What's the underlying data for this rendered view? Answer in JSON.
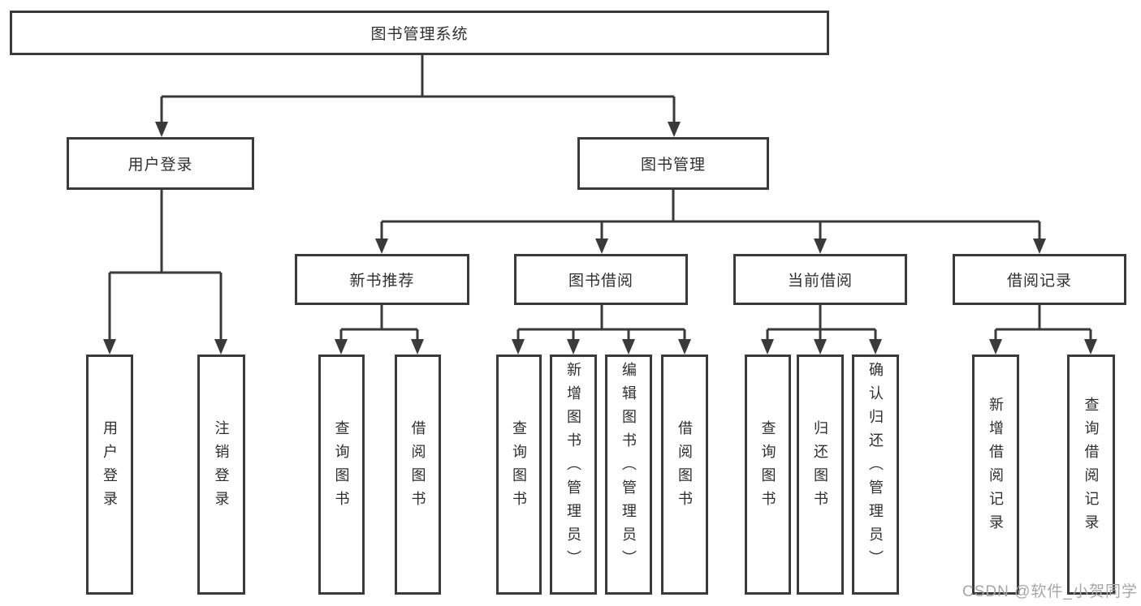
{
  "diagram": {
    "root": {
      "label": "图书管理系统"
    },
    "branches": [
      {
        "label": "用户登录",
        "children": [
          "用户登录",
          "注销登录"
        ]
      },
      {
        "label": "图书管理"
      }
    ],
    "modules": [
      {
        "label": "新书推荐",
        "children": [
          "查询图书",
          "借阅图书"
        ]
      },
      {
        "label": "图书借阅",
        "children": [
          "查询图书",
          "新增图书（管理员）",
          "编辑图书（管理员）",
          "借阅图书"
        ]
      },
      {
        "label": "当前借阅",
        "children": [
          "查询图书",
          "归还图书",
          "确认归还（管理员）"
        ]
      },
      {
        "label": "借阅记录",
        "children": [
          "新增借阅记录",
          "查询借阅记录"
        ]
      }
    ],
    "watermark": "CSDN @软件_小贺同学",
    "colors": {
      "line": "#3a3a3a",
      "box_border": "#3a3a3a",
      "text": "#2f2f2f",
      "watermark": "#a6a6a6",
      "background": "#ffffff"
    }
  }
}
